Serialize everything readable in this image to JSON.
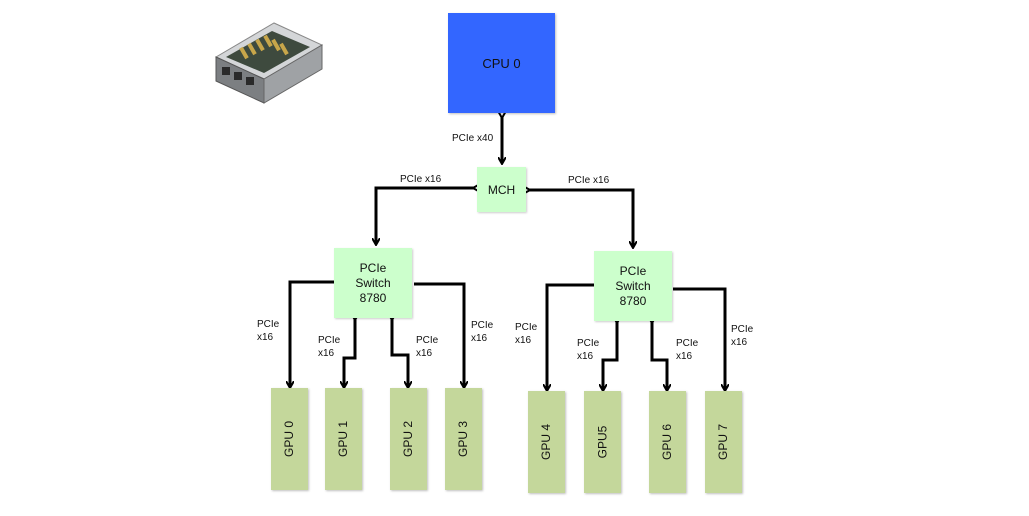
{
  "nodes": {
    "cpu": "CPU 0",
    "mch": "MCH",
    "switch_left": [
      "PCIe",
      "Switch",
      "8780"
    ],
    "switch_right": [
      "PCIe",
      "Switch",
      "8780"
    ],
    "gpus": [
      "GPU 0",
      "GPU 1",
      "GPU 2",
      "GPU 3",
      "GPU 4",
      "GPU5",
      "GPU 6",
      "GPU 7"
    ]
  },
  "links": {
    "cpu_mch": "PCIe x40",
    "mch_left": "PCIe x16",
    "mch_right": "PCIe x16",
    "gpu_links": [
      [
        "PCIe",
        "x16"
      ],
      [
        "PCIe",
        "x16"
      ],
      [
        "PCIe",
        "x16"
      ],
      [
        "PCIe",
        "x16"
      ],
      [
        "PCIe",
        "x16"
      ],
      [
        "PCIe",
        "x16"
      ],
      [
        "PCIe",
        "x16"
      ],
      [
        "PCIe",
        "x16"
      ]
    ]
  },
  "colors": {
    "cpu": "#3366ff",
    "mch": "#ccffcc",
    "switch": "#ccffcc",
    "gpu": "#c4d79b",
    "arrow": "#000000"
  },
  "image": {
    "icon": "server-chassis-icon"
  }
}
